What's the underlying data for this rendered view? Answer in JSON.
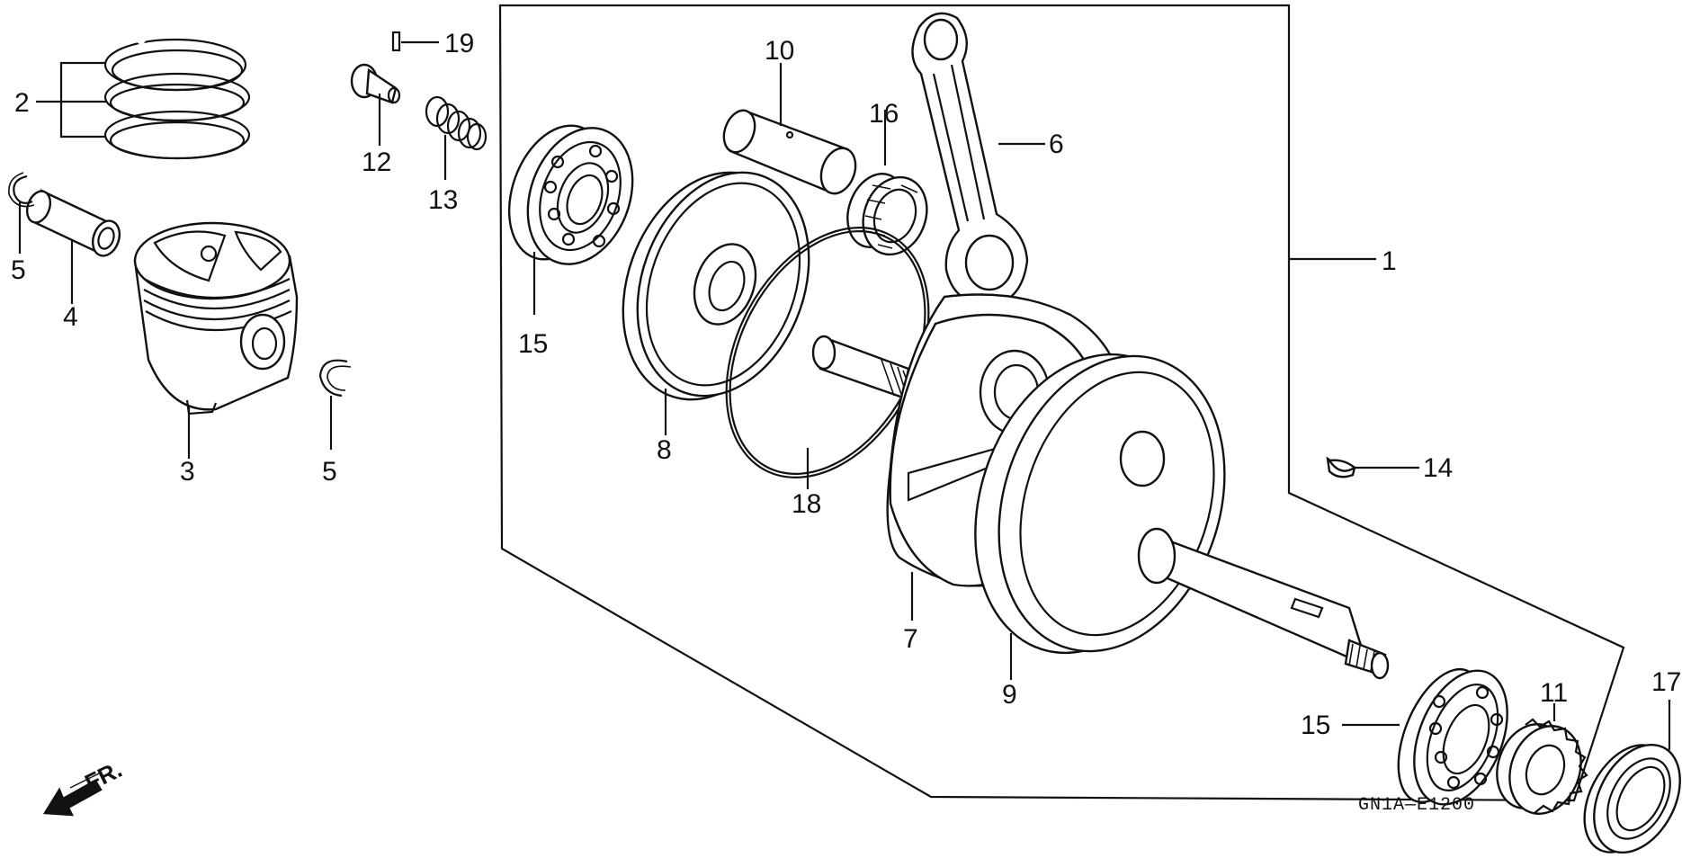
{
  "diagram_code": "GN1A—E1200",
  "direction_label": "FR.",
  "labels": {
    "p1": "1",
    "p2": "2",
    "p3": "3",
    "p4": "4",
    "p5a": "5",
    "p5b": "5",
    "p6": "6",
    "p7": "7",
    "p8": "8",
    "p9": "9",
    "p10": "10",
    "p11": "11",
    "p12": "12",
    "p13": "13",
    "p14": "14",
    "p15a": "15",
    "p15b": "15",
    "p16": "16",
    "p17": "17",
    "p18": "18",
    "p19": "19"
  }
}
